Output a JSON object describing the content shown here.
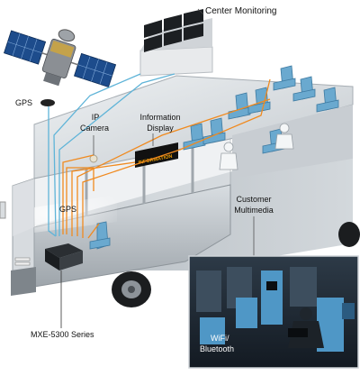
{
  "labels": {
    "center_monitoring": "Center Monitoring",
    "gps_satellite": "GPS",
    "ip_camera": [
      "IP",
      "Camera"
    ],
    "information_display": [
      "Information",
      "Display"
    ],
    "display_text": "INFORMATION",
    "gps_bus": "GPS",
    "customer_multimedia": [
      "Customer",
      "Multimedia"
    ],
    "device": "MXE-5300 Series",
    "wifi_bluetooth": [
      "WiFi/",
      "Bluetooth"
    ]
  },
  "colors": {
    "cable_orange": "#f08a1f",
    "cable_blue": "#5fb4d8",
    "seat_blue": "#6aa9cf",
    "bus_body": "#c9cfd4",
    "display_amber": "#f0a000"
  }
}
